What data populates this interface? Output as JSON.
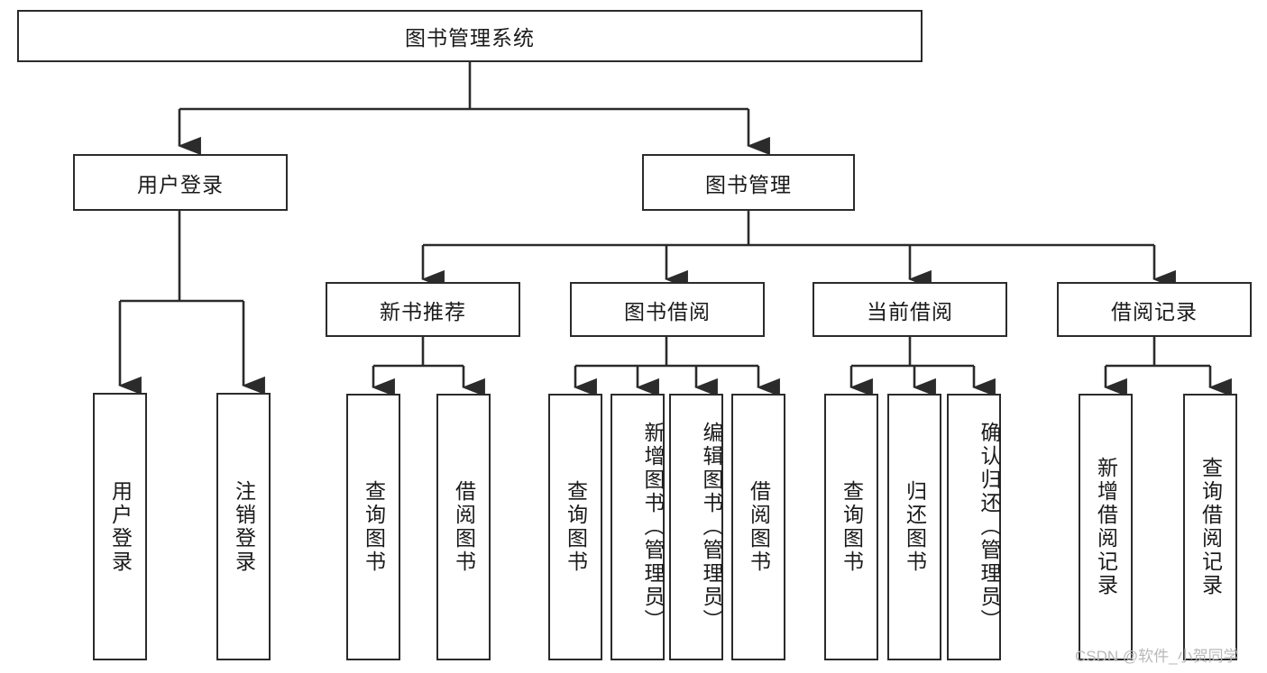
{
  "diagram": {
    "type": "tree-hierarchy-chart",
    "title": "图书管理系统",
    "root": {
      "id": "root",
      "label": "图书管理系统",
      "orientation": "horizontal"
    },
    "level2": [
      {
        "id": "user-login",
        "label": "用户登录",
        "orientation": "horizontal"
      },
      {
        "id": "book-manage",
        "label": "图书管理",
        "orientation": "horizontal"
      }
    ],
    "level3": [
      {
        "id": "new-book-recommend",
        "label": "新书推荐",
        "orientation": "horizontal",
        "parent": "book-manage"
      },
      {
        "id": "book-borrow",
        "label": "图书借阅",
        "orientation": "horizontal",
        "parent": "book-manage"
      },
      {
        "id": "current-borrow",
        "label": "当前借阅",
        "orientation": "horizontal",
        "parent": "book-manage"
      },
      {
        "id": "borrow-record",
        "label": "借阅记录",
        "orientation": "horizontal",
        "parent": "book-manage"
      }
    ],
    "leaves": {
      "user_login": [
        {
          "id": "leaf-user-login",
          "label": "用户登录"
        },
        {
          "id": "leaf-logout-login",
          "label": "注销登录"
        }
      ],
      "new_book_recommend": [
        {
          "id": "leaf-query-book-1",
          "label": "查询图书"
        },
        {
          "id": "leaf-borrow-book-1",
          "label": "借阅图书"
        }
      ],
      "book_borrow": [
        {
          "id": "leaf-query-book-2",
          "label": "查询图书"
        },
        {
          "id": "leaf-add-book-admin",
          "label": "新增图书（管理员）"
        },
        {
          "id": "leaf-edit-book-admin",
          "label": "编辑图书（管理员）"
        },
        {
          "id": "leaf-borrow-book-2",
          "label": "借阅图书"
        }
      ],
      "current_borrow": [
        {
          "id": "leaf-query-book-3",
          "label": "查询图书"
        },
        {
          "id": "leaf-return-book",
          "label": "归还图书"
        },
        {
          "id": "leaf-confirm-return-admin",
          "label": "确认归还（管理员）"
        }
      ],
      "borrow_record": [
        {
          "id": "leaf-add-borrow-record",
          "label": "新增借阅记录"
        },
        {
          "id": "leaf-query-borrow-record",
          "label": "查询借阅记录"
        }
      ]
    },
    "colors": {
      "stroke": "#2b2b2b",
      "background": "#ffffff",
      "text": "#1a1a1a",
      "watermark": "#b9b9b9"
    }
  },
  "watermark": {
    "text": "CSDN @软件_小贺同学"
  }
}
